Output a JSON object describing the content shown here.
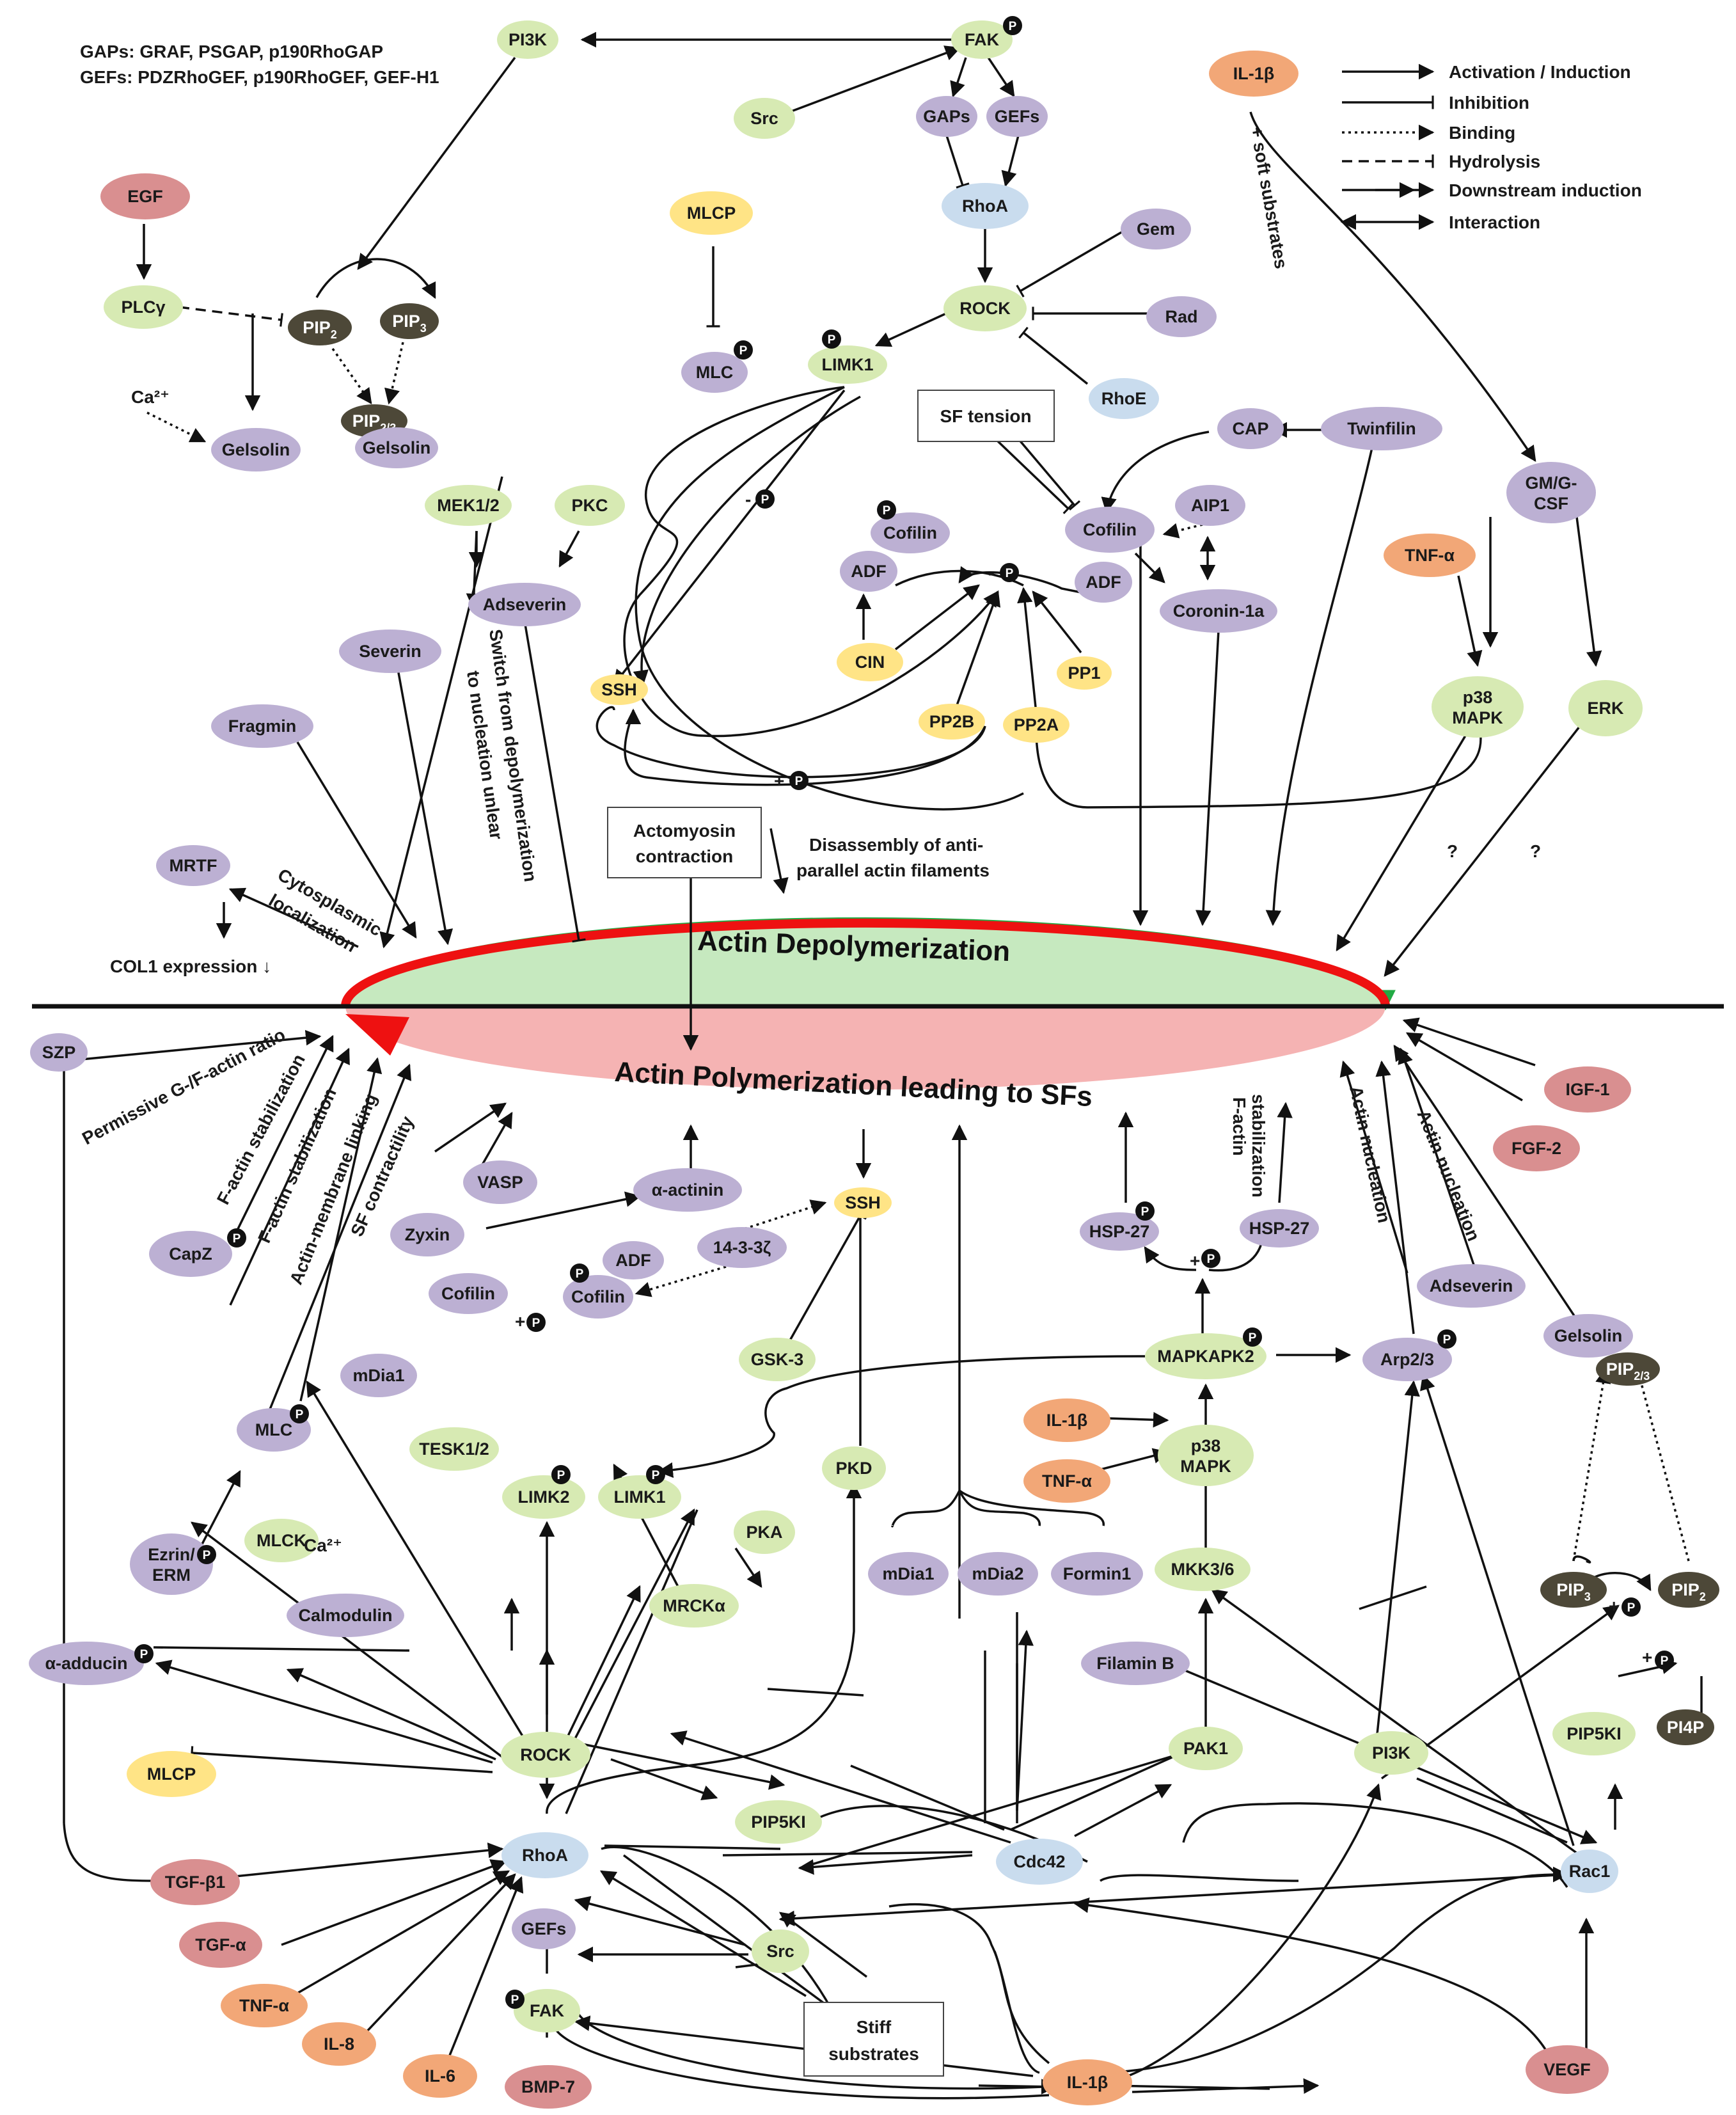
{
  "colors": {
    "green": "#d7eab3",
    "purple": "#bcb0d3",
    "yellow": "#ffe486",
    "blue": "#c9dcee",
    "orange": "#f2a777",
    "red": "#d98f90",
    "dark": "#4d4838",
    "depolymerization": "#c6e9bf",
    "polymerization": "#f5b3b3"
  },
  "header": {
    "gaps_line": "GAPs: GRAF, PSGAP, p190RhoGAP",
    "gefs_line": "GEFs: PDZRhoGEF, p190RhoGEF, GEF-H1"
  },
  "legend": {
    "activation": "Activation / Induction",
    "inhibition": "Inhibition",
    "binding": "Binding",
    "hydrolysis": "Hydrolysis",
    "downstream": "Downstream induction",
    "interaction": "Interaction"
  },
  "central": {
    "depolymerization": "Actin Depolymerization",
    "polymerization": "Actin Polymerization leading to SFs"
  },
  "boxes": {
    "sf_tension": "SF tension",
    "actomyosin_1": "Actomyosin",
    "actomyosin_2": "contraction",
    "stiff_1": "Stiff",
    "stiff_2": "substrates"
  },
  "notes": {
    "soft": "+ soft substrates",
    "disassembly_1": "Disassembly of anti-",
    "disassembly_2": "parallel actin filaments",
    "col1": "COL1 expression ↓",
    "cyto_1": "Cytosplasmic",
    "cyto_2": "localization",
    "switch_1": "Switch from depolymerization",
    "switch_2": "to nucleation unlear",
    "permissive": "Permissive G-/F-actin ratio",
    "fstab1": "F-actin stabilization",
    "fstab2": "F-actin stabilization",
    "membrane": "Actin-membrane linking",
    "sfcontr": "SF contractility",
    "fstab3_1": "F-actin",
    "fstab3_2": "stabilization",
    "nucl1": "Actin nucleation",
    "nucl2": "Actin nucleation",
    "q1": "?",
    "q2": "?",
    "minus_p1": "- ",
    "minus_p2": "- ",
    "plus_p1": "+",
    "plus_p2": "+",
    "plus_p3": "+",
    "plus_p4": "+",
    "ca1": "Ca²⁺",
    "ca2": "Ca²⁺",
    "p": "P"
  },
  "nodes": {
    "pi3k_top": "PI3K",
    "fak_top": "FAK",
    "src_top": "Src",
    "gaps": "GAPs",
    "gefs_top": "GEFs",
    "rhoa_top": "RhoA",
    "rock_top": "ROCK",
    "gem": "Gem",
    "rad": "Rad",
    "rhoe": "RhoE",
    "mlcp_top": "MLCP",
    "mlc_top": "MLC",
    "limk1_top": "LIMK1",
    "egf": "EGF",
    "plcg": "PLCγ",
    "pip2_top": "PIP",
    "pip3_top": "PIP",
    "pip23_top": "PIP",
    "gelsolin_pip": "Gelsolin",
    "gelsolin_top": "Gelsolin",
    "il1b_top": "IL-1β",
    "cap": "CAP",
    "twinfilin": "Twinfilin",
    "gmcsf_1": "GM/G-",
    "gmcsf_2": "CSF",
    "mek": "MEK1/2",
    "pkc": "PKC",
    "adseverin_top": "Adseverin",
    "cofilin_p_top": "Cofilin",
    "adf_top1": "ADF",
    "cofilin_top": "Cofilin",
    "aip1": "AIP1",
    "adf_top2": "ADF",
    "coronin": "Coronin-1a",
    "tnfa_top": "TNF-α",
    "severin": "Severin",
    "cin": "CIN",
    "pp1": "PP1",
    "ssh_top": "SSH",
    "pp2b": "PP2B",
    "pp2a": "PP2A",
    "p38_top_1": "p38",
    "p38_top_2": "MAPK",
    "erk": "ERK",
    "fragmin": "Fragmin",
    "mrtf": "MRTF",
    "szp": "SZP",
    "igf1": "IGF-1",
    "fgf2": "FGF-2",
    "vasp": "VASP",
    "alpha_actinin": "α-actinin",
    "ssh_bot": "SSH",
    "zyxin": "Zyxin",
    "capz": "CapZ",
    "protein1433": "14-3-3ζ",
    "adf_bot": "ADF",
    "cofilin_bot1": "Cofilin",
    "cofilin_bot2": "Cofilin",
    "hsp27a": "HSP-27",
    "hsp27b": "HSP-27",
    "adseverin_bot": "Adseverin",
    "mdia1a": "mDia1",
    "gsk3": "GSK-3",
    "mapkapk2": "MAPKAPK2",
    "arp23": "Arp2/3",
    "gelsolin_bot": "Gelsolin",
    "pip23_bot": "PIP",
    "tesk": "TESK1/2",
    "mlc_bot": "MLC",
    "il1b_mid": "IL-1β",
    "p38_bot_1": "p38",
    "p38_bot_2": "MAPK",
    "tnfa_mid": "TNF-α",
    "limk2": "LIMK2",
    "limk1_bot": "LIMK1",
    "pkd": "PKD",
    "mlck": "MLCK",
    "pka": "PKA",
    "ezrin_1": "Ezrin/",
    "ezrin_2": "ERM",
    "calmodulin": "Calmodulin",
    "mrcka": "MRCKα",
    "mdia1b": "mDia1",
    "mdia2": "mDia2",
    "formin1": "Formin1",
    "mkk": "MKK3/6",
    "pip3_bot": "PIP",
    "pip2_bot": "PIP",
    "filaminb": "Filamin B",
    "adducin": "α-adducin",
    "pip5ki_r": "PIP5KI",
    "pi4p": "PI4P",
    "rock_bot": "ROCK",
    "mlcp_bot": "MLCP",
    "pak1": "PAK1",
    "pi3k_bot": "PI3K",
    "pip5ki_m": "PIP5KI",
    "tgfb1": "TGF-β1",
    "rhoa_bot": "RhoA",
    "cdc42": "Cdc42",
    "rac1": "Rac1",
    "tgfa": "TGF-α",
    "gefs_bot": "GEFs",
    "src_bot": "Src",
    "tnfa_bot": "TNF-α",
    "fak_bot": "FAK",
    "il8": "IL-8",
    "il6": "IL-6",
    "bmp7": "BMP-7",
    "il1b_bot": "IL-1β",
    "vegf": "VEGF"
  }
}
